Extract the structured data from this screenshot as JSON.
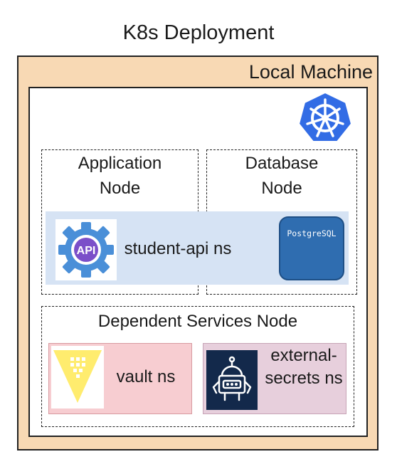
{
  "title": "K8s Deployment",
  "local_machine": {
    "label": "Local Machine"
  },
  "nodes": {
    "application": {
      "label": "Application Node"
    },
    "database": {
      "label": "Database Node"
    },
    "dependent_services": {
      "label": "Dependent Services Node"
    }
  },
  "namespaces": {
    "student_api": {
      "label": "student-api ns"
    },
    "vault": {
      "label": "vault ns"
    },
    "external_secrets": {
      "label": "external-secrets ns"
    }
  },
  "icons": {
    "kubernetes": {
      "name": "kubernetes-icon",
      "color": "#326ce5"
    },
    "api": {
      "name": "api-gear-icon",
      "text": "API",
      "color": "#4a8fd8"
    },
    "postgresql": {
      "name": "postgresql-icon",
      "text": "PostgreSQL",
      "color": "#2f6db0"
    },
    "vault": {
      "name": "vault-triangle-icon",
      "color": "#ffec6e"
    },
    "external_secrets": {
      "name": "robot-icon",
      "color": "#13294b"
    }
  }
}
